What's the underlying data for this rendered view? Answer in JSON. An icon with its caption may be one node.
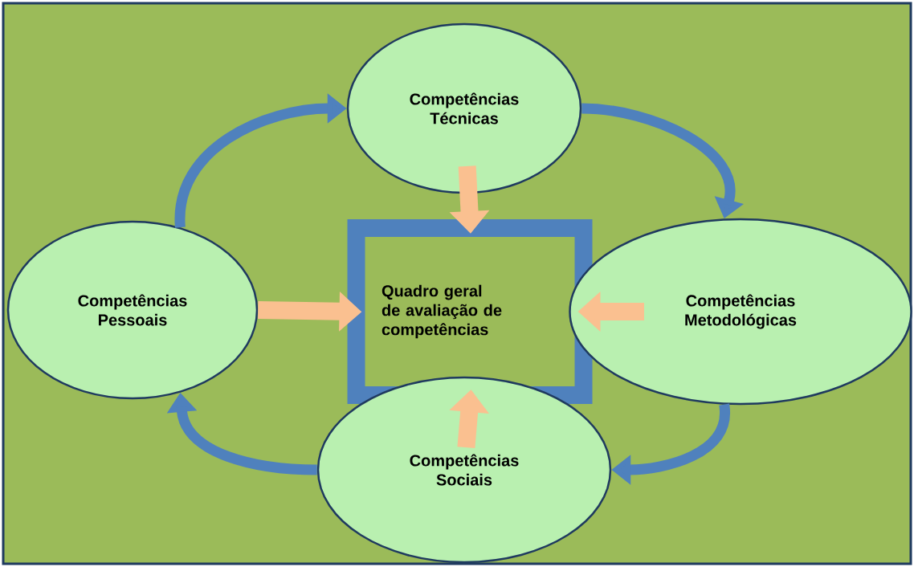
{
  "diagram": {
    "nodes": [
      {
        "text": [
          "Competências Técnicas"
        ]
      },
      {
        "text": [
          "Competências Pessoais"
        ]
      },
      {
        "text": [
          "Quadro geral de avaliação de competências"
        ]
      },
      {
        "text": [
          "Competências Metodológicas"
        ]
      },
      {
        "text": [
          "Competências Sociais"
        ]
      }
    ],
    "edges": [
      {
        "from": 0,
        "to": 2,
        "arrow": "to",
        "color": "#fac090"
      },
      {
        "from": 1,
        "to": 2,
        "arrow": "to",
        "color": "#fac090"
      },
      {
        "from": 3,
        "to": 2,
        "arrow": "to",
        "color": "#fac090"
      },
      {
        "from": 4,
        "to": 2,
        "arrow": "to",
        "color": "#fac090"
      },
      {
        "from": 1,
        "to": 0,
        "arrow": "to",
        "color": "#4f81bd"
      },
      {
        "from": 0,
        "to": 3,
        "arrow": "to",
        "color": "#4f81bd"
      },
      {
        "from": 3,
        "to": 4,
        "arrow": "to",
        "color": "#4f81bd"
      },
      {
        "from": 4,
        "to": 1,
        "arrow": "to",
        "color": "#4f81bd"
      }
    ]
  }
}
